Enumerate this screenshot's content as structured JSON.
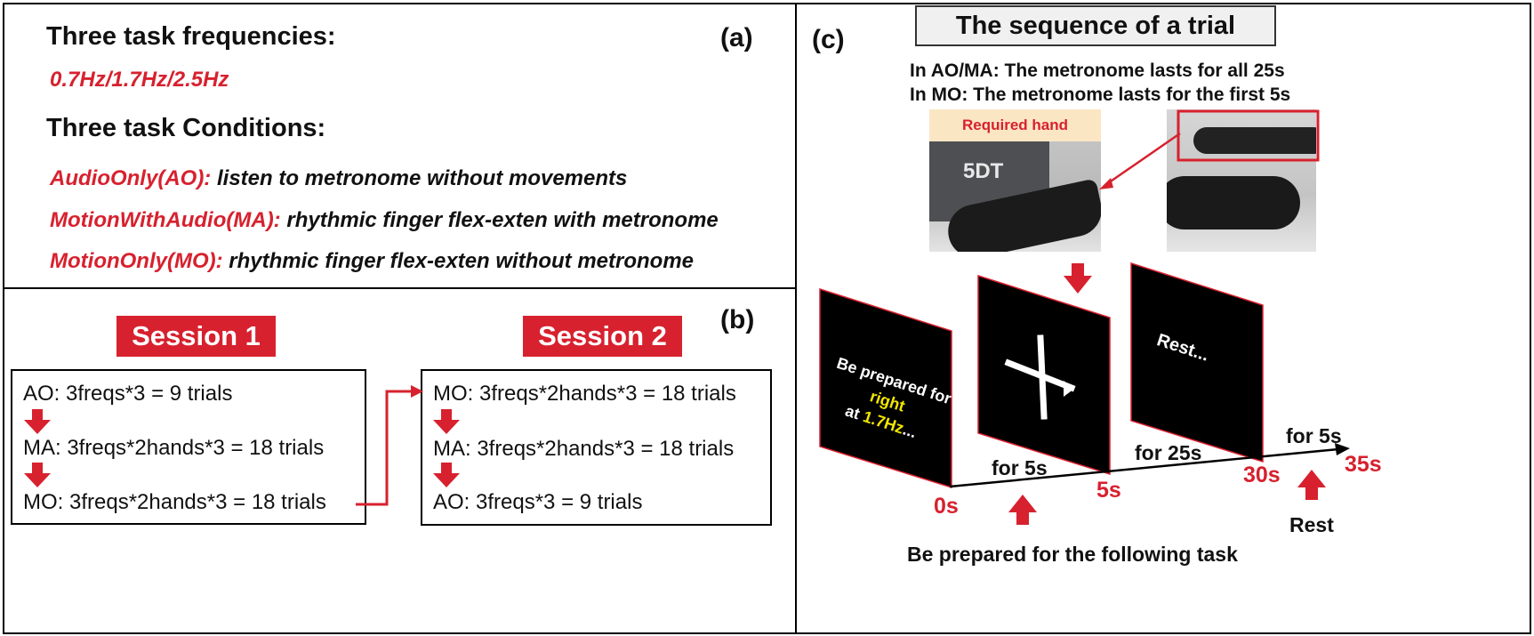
{
  "panel_a": {
    "label": "(a)",
    "freq_heading": "Three task frequencies:",
    "freq_values": "0.7Hz/1.7Hz/2.5Hz",
    "cond_heading": "Three task Conditions:",
    "conditions": [
      {
        "name": "AudioOnly(AO):",
        "desc": "listen to metronome without movements"
      },
      {
        "name": "MotionWithAudio(MA):",
        "desc": "rhythmic finger flex-exten with metronome"
      },
      {
        "name": "MotionOnly(MO):",
        "desc": "rhythmic finger flex-exten without metronome"
      }
    ]
  },
  "panel_b": {
    "label": "(b)",
    "session1": {
      "title": "Session 1",
      "rows": [
        "AO: 3freqs*3 = 9 trials",
        "MA: 3freqs*2hands*3 = 18 trials",
        "MO: 3freqs*2hands*3 = 18 trials"
      ]
    },
    "session2": {
      "title": "Session 2",
      "rows": [
        "MO: 3freqs*2hands*3 = 18 trials",
        "MA: 3freqs*2hands*3 = 18 trials",
        "AO: 3freqs*3 = 9 trials"
      ]
    }
  },
  "panel_c": {
    "label": "(c)",
    "title": "The sequence of a trial",
    "note1": "In AO/MA: The metronome lasts for all 25s",
    "note2": "In MO: The metronome lasts for the first 5s",
    "photo_caption": "Required hand",
    "device_label": "5DT",
    "screen1_line1a": "Be prepared for ",
    "screen1_line1b": "right",
    "screen1_line2a": "at ",
    "screen1_line2b": "1.7Hz",
    "screen1_line2c": "...",
    "screen3_text": "Rest...",
    "durations": [
      "for 5s",
      "for 25s",
      "for 5s"
    ],
    "times": [
      "0s",
      "5s",
      "30s",
      "35s"
    ],
    "prep_caption": "Be prepared for the following task",
    "rest_caption": "Rest",
    "colors": {
      "accent_red": "#d7212e",
      "highlight_yellow": "#f2e600",
      "screen_black": "#000000"
    }
  }
}
